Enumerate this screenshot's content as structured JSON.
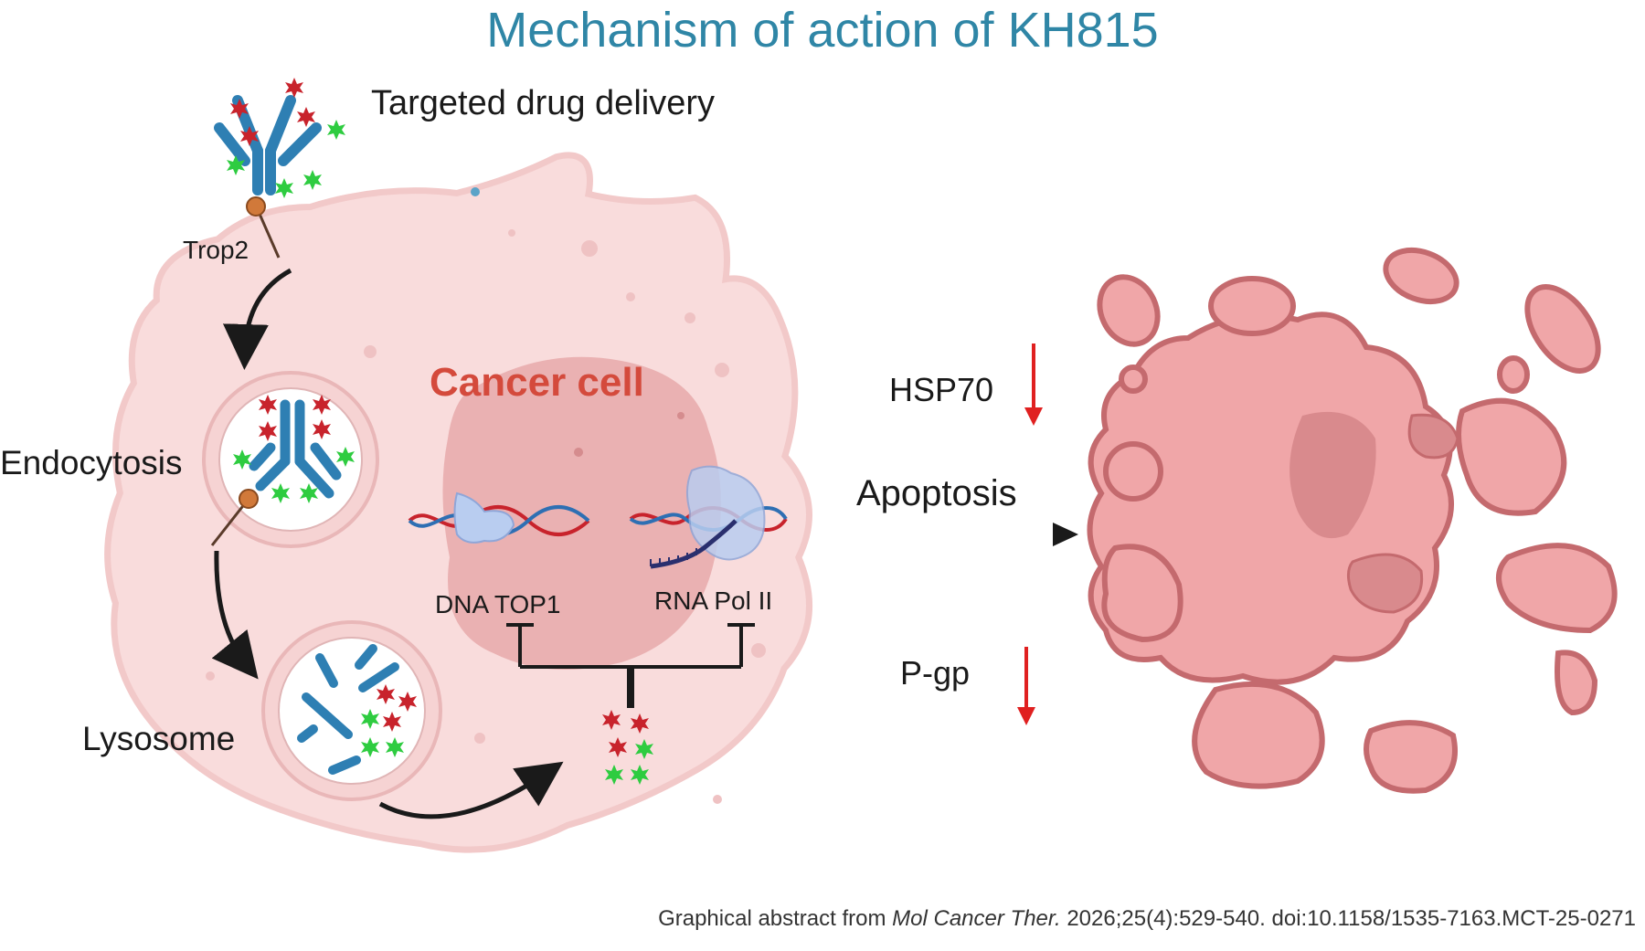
{
  "title": "Mechanism of action of KH815",
  "labels": {
    "targeted_delivery": "Targeted drug delivery",
    "trop2": "Trop2",
    "endocytosis": "Endocytosis",
    "lysosome": "Lysosome",
    "cancer_cell": "Cancer cell",
    "dna_top1": "DNA TOP1",
    "rna_pol2": "RNA Pol II",
    "hsp70": "HSP70",
    "apoptosis": "Apoptosis",
    "pgp": "P-gp"
  },
  "citation": {
    "prefix": "Graphical abstract from ",
    "journal": "Mol Cancer Ther.",
    "suffix": " 2026;25(4):529-540. doi:10.1158/1535-7163.MCT-25-0271"
  },
  "colors": {
    "title": "#2f86a6",
    "cancer_label": "#d44a3c",
    "down_arrow": "#e02020",
    "cell_fill": "#f9dcdc",
    "nucleus_fill": "#e8a9aa",
    "antibody": "#2e7fb3",
    "payload_red": "#c8232c",
    "payload_green": "#2ecc40",
    "apoptotic_fill": "#f0a6a8"
  },
  "icons": [
    "antibody-icon",
    "payload-red-icon",
    "payload-green-icon",
    "dna-helix-icon",
    "enzyme-icon",
    "down-arrow-icon",
    "inhibition-icon"
  ]
}
